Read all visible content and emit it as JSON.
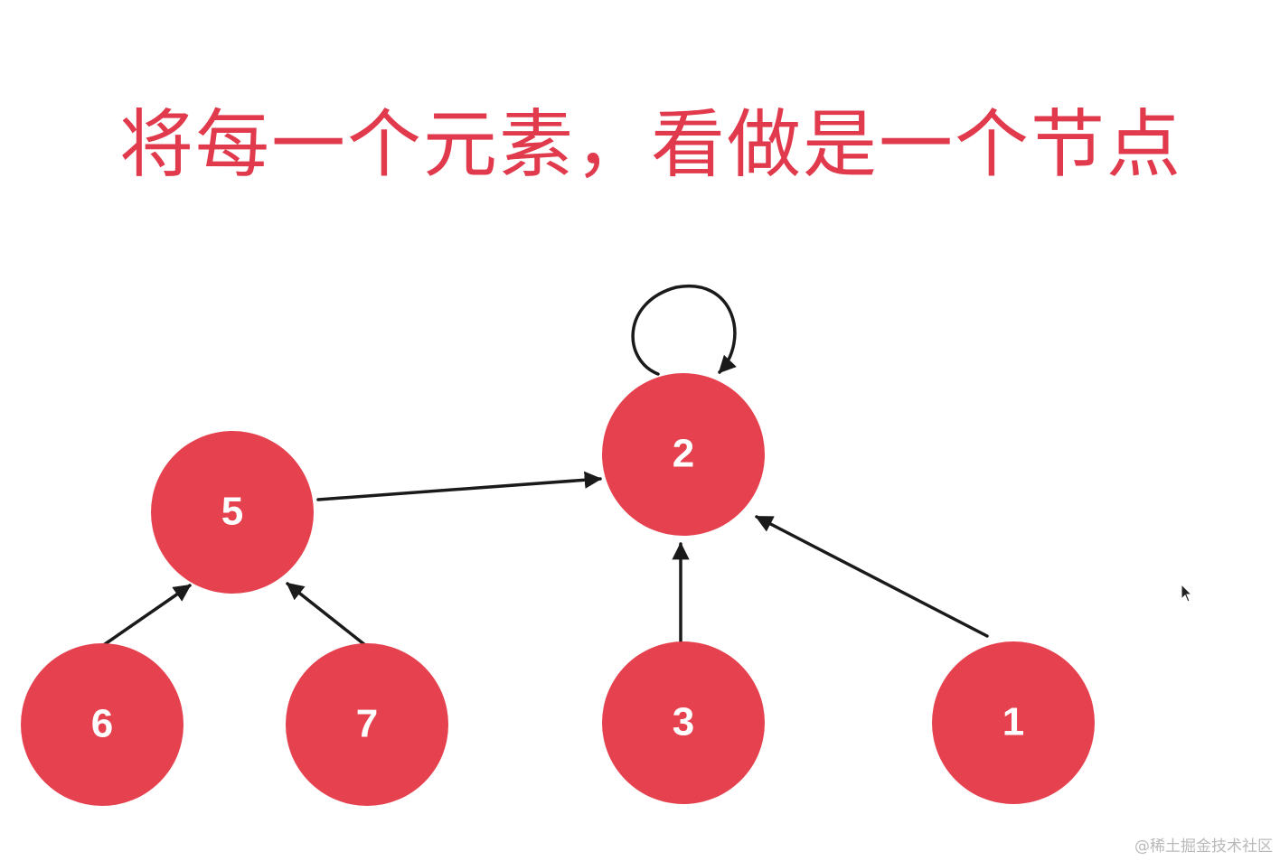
{
  "heading": "将每一个元素，看做是一个节点",
  "colors": {
    "node_fill": "#e5414f",
    "heading": "#e03a4c",
    "edge": "#1a1a1a",
    "node_label": "#ffffff"
  },
  "nodes": [
    {
      "id": "2",
      "label": "2"
    },
    {
      "id": "5",
      "label": "5"
    },
    {
      "id": "6",
      "label": "6"
    },
    {
      "id": "7",
      "label": "7"
    },
    {
      "id": "3",
      "label": "3"
    },
    {
      "id": "1",
      "label": "1"
    }
  ],
  "edges": [
    {
      "from": "5",
      "to": "2"
    },
    {
      "from": "6",
      "to": "5"
    },
    {
      "from": "7",
      "to": "5"
    },
    {
      "from": "3",
      "to": "2"
    },
    {
      "from": "1",
      "to": "2"
    },
    {
      "from": "2",
      "to": "2",
      "self_loop": true
    }
  ],
  "watermark": "@稀土掘金技术社区",
  "icons": {
    "cursor": "mouse-pointer-icon",
    "arrowhead": "arrowhead-icon"
  }
}
